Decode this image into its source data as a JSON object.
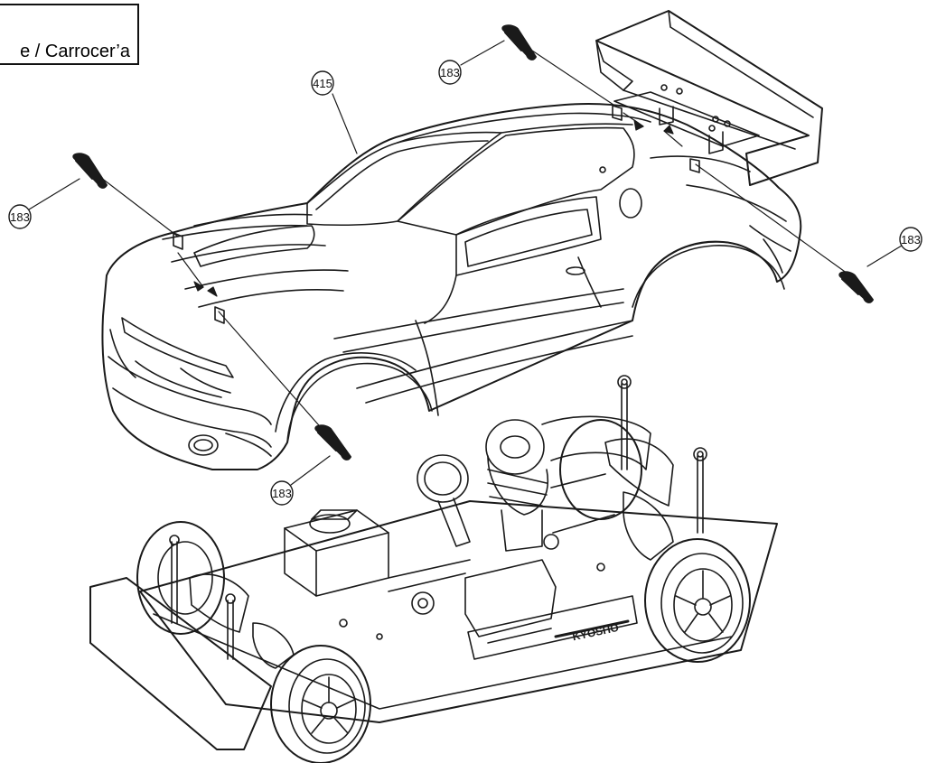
{
  "section_title": "e / Carrocer’a",
  "callouts": [
    {
      "id": "body",
      "part_number": "415"
    },
    {
      "id": "clip-rear-left",
      "part_number": "183"
    },
    {
      "id": "clip-front-left",
      "part_number": "183"
    },
    {
      "id": "clip-front-right",
      "part_number": "183"
    },
    {
      "id": "clip-rear-right",
      "part_number": "183"
    }
  ],
  "logos": [
    "KYOSHO"
  ]
}
